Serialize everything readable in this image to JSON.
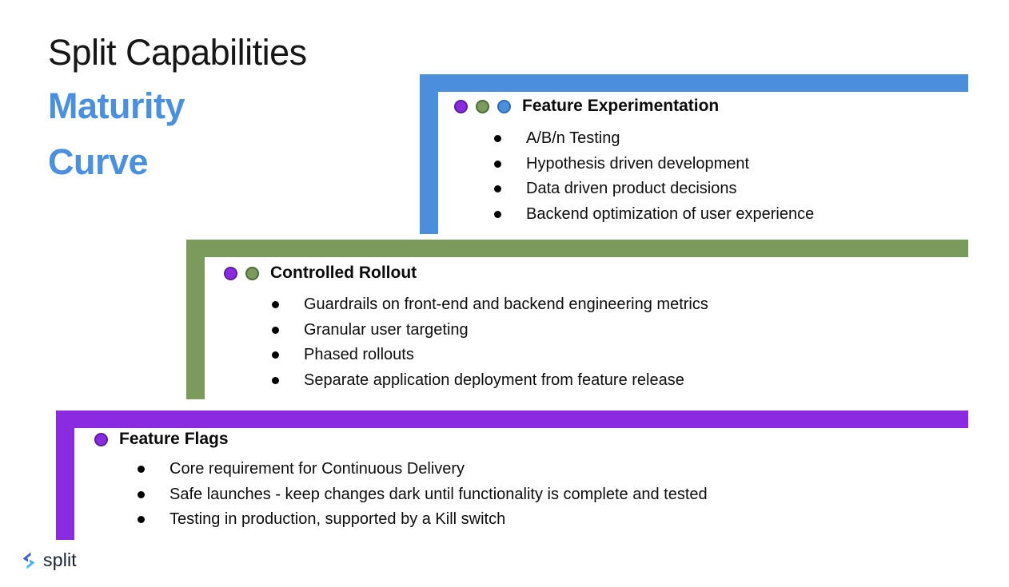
{
  "title": {
    "line1": "Split Capabilities",
    "line2": "Maturity",
    "line3": "Curve"
  },
  "colors": {
    "blue": "#4a8fdd",
    "green": "#7a9b5b",
    "purple": "#8a2be2",
    "title-blue": "#4a90e2"
  },
  "tiers": [
    {
      "name": "Feature Experimentation",
      "dots": [
        "purple",
        "green",
        "blue"
      ],
      "bullets": [
        "A/B/n Testing",
        "Hypothesis driven development",
        "Data driven product decisions",
        "Backend optimization of user experience"
      ]
    },
    {
      "name": "Controlled Rollout",
      "dots": [
        "purple",
        "green"
      ],
      "bullets": [
        "Guardrails on front-end and backend engineering metrics",
        "Granular user targeting",
        "Phased rollouts",
        "Separate application deployment from feature release"
      ]
    },
    {
      "name": "Feature Flags",
      "dots": [
        "purple"
      ],
      "bullets": [
        "Core requirement for Continuous Delivery",
        "Safe launches - keep changes dark until functionality is complete and tested",
        "Testing in production, supported by a Kill switch"
      ]
    }
  ],
  "logo": {
    "text": "split"
  }
}
